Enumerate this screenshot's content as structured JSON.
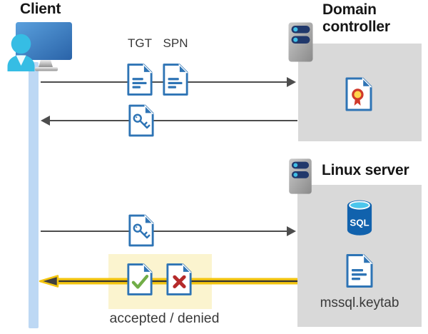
{
  "colors": {
    "blue": "#2e74b5",
    "lifeline": "#bdd8f4",
    "panel": "#d9d9d9",
    "arrow": "#4d4d4d",
    "gold": "#f3c511",
    "highlight": "#fbf4cf",
    "green": "#71ad47",
    "red": "#b52a2a",
    "navy": "#21386b",
    "cyan": "#40bfe6",
    "text": "#161616",
    "muted": "#3a3a3a"
  },
  "actors": {
    "client": {
      "label": "Client"
    },
    "domain_controller": {
      "label": "Domain controller"
    },
    "linux_server": {
      "label": "Linux server"
    }
  },
  "labels": {
    "tgt": "TGT",
    "spn": "SPN",
    "sql": "SQL",
    "keytab": "mssql.keytab",
    "result": "accepted / denied"
  },
  "icons": {
    "client": "monitor-with-user-icon",
    "server": "server-rack-icon",
    "ticket": "document-icon",
    "session_key": "key-document-icon",
    "certificate": "certificate-document-icon",
    "database": "sql-database-cylinder-icon",
    "accepted": "checkmark-document-icon",
    "denied": "x-document-icon"
  }
}
